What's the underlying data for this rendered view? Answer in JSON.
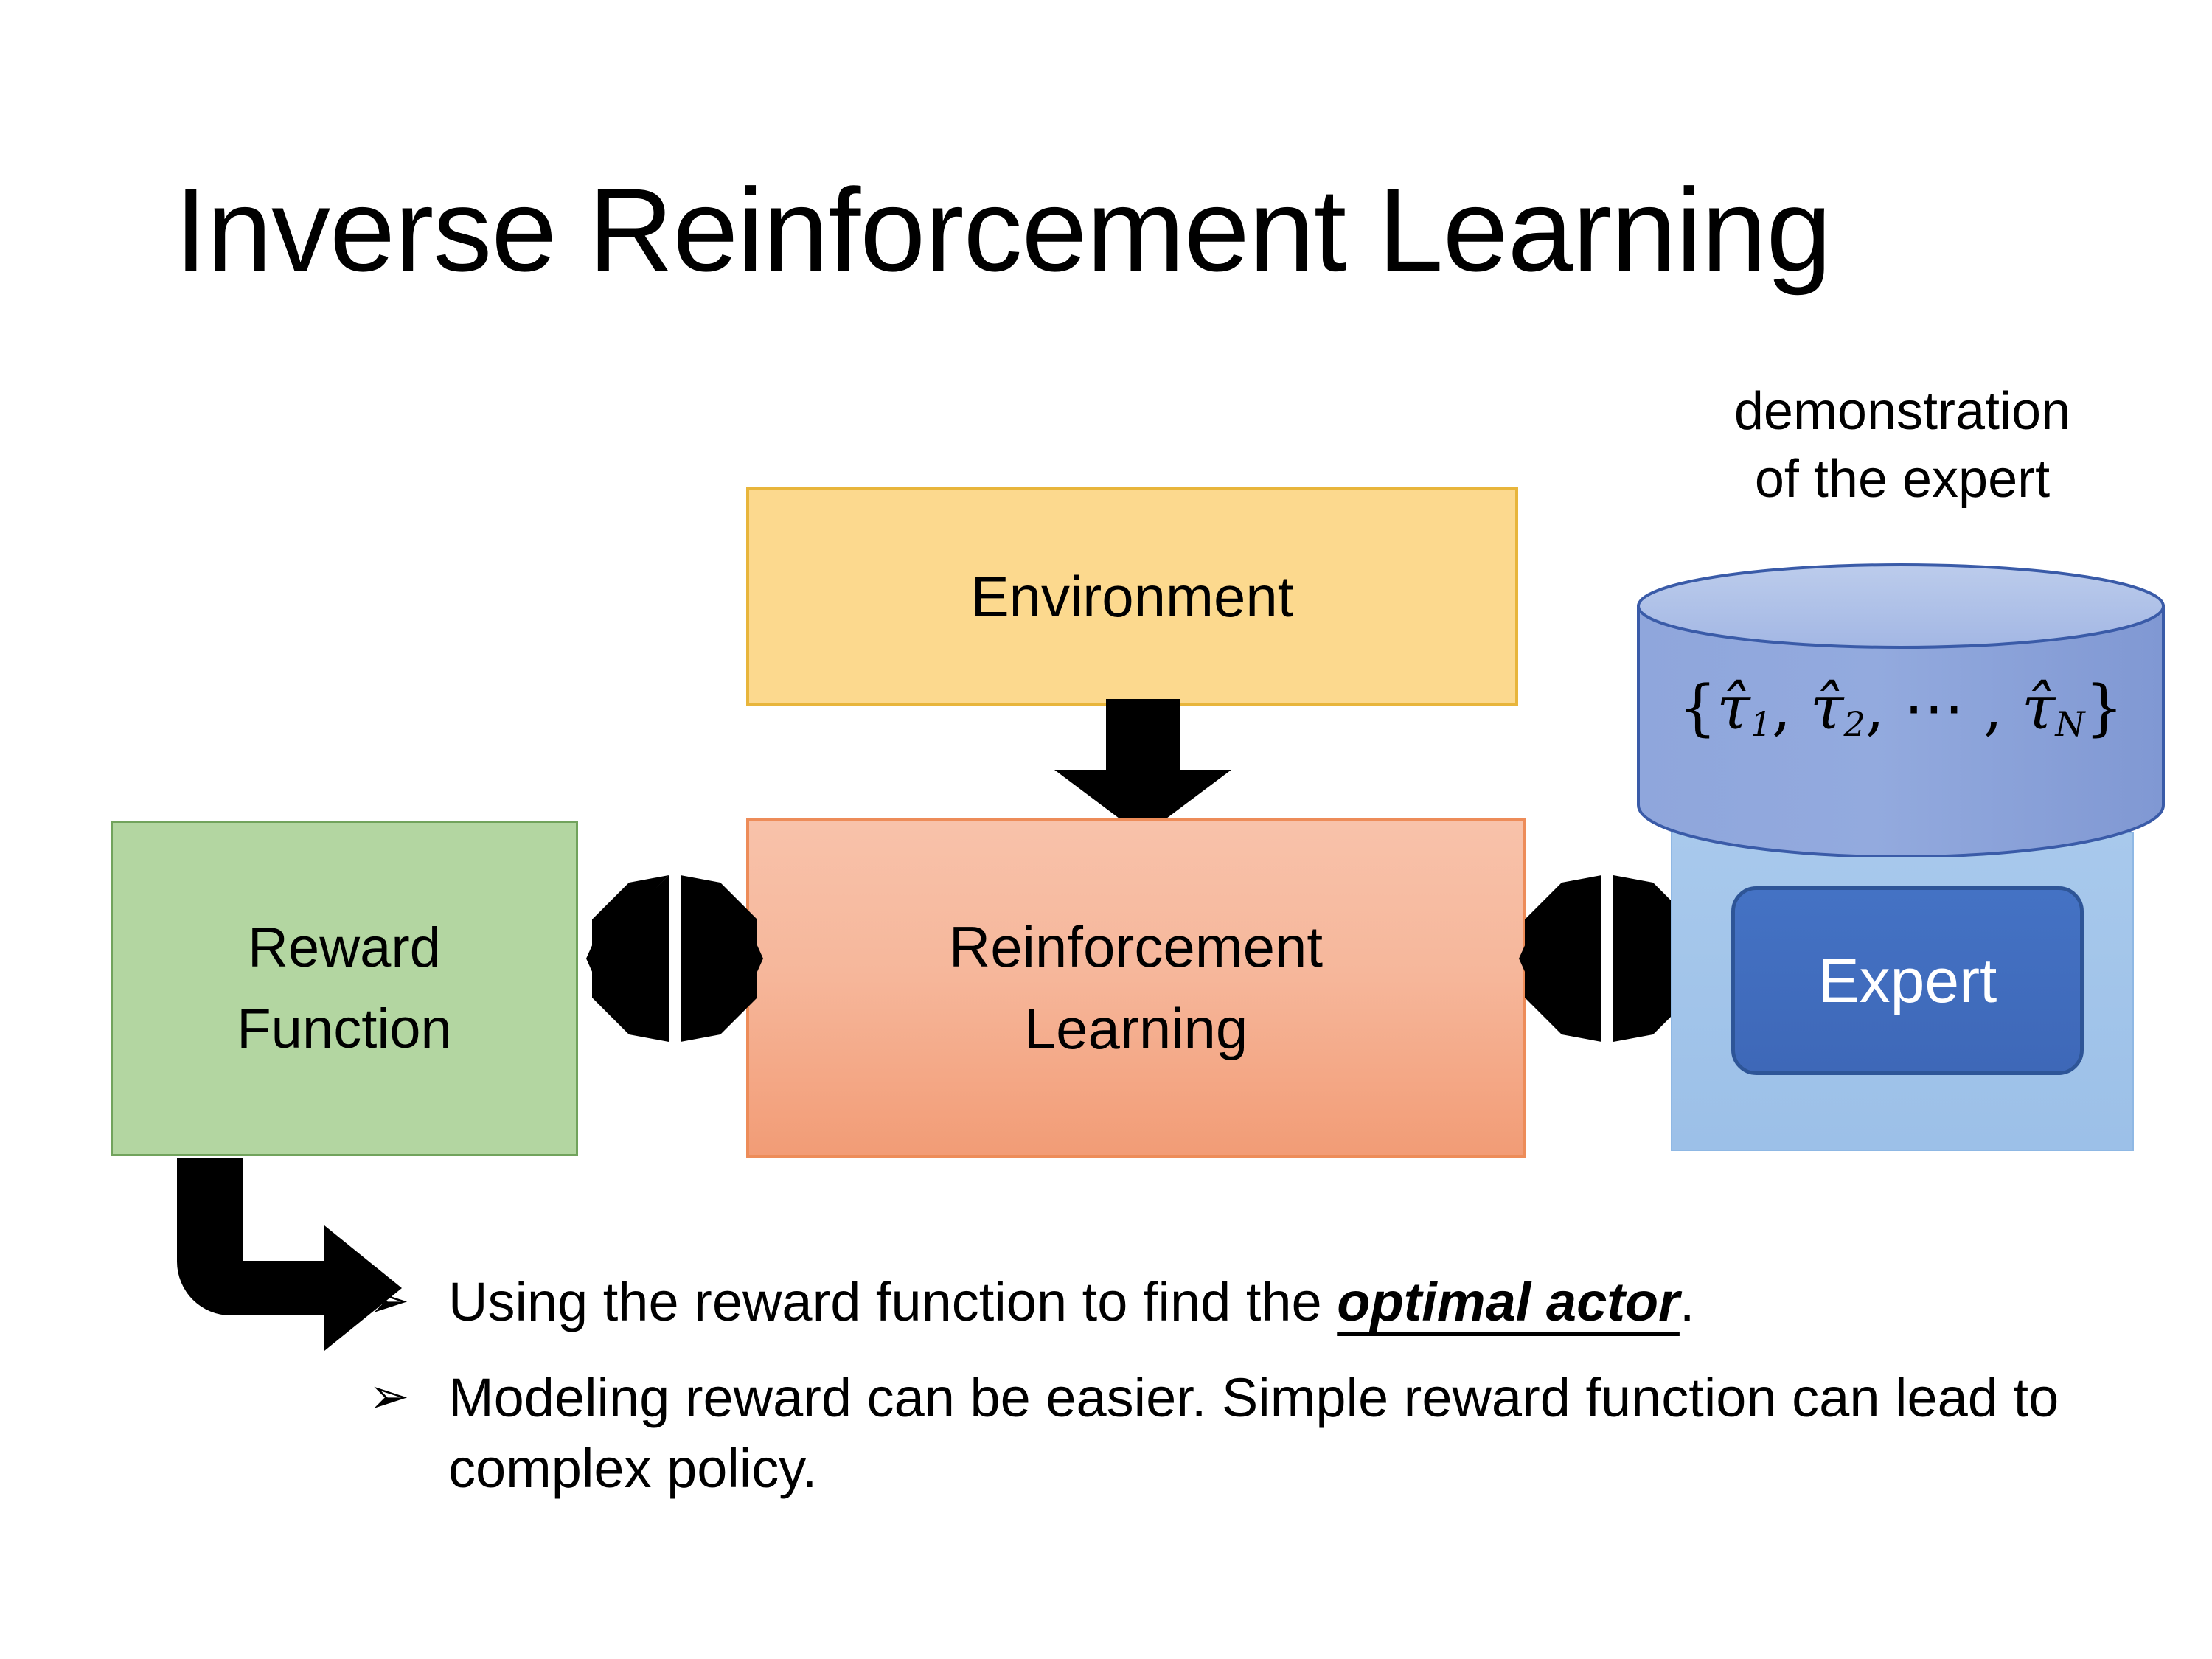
{
  "slide": {
    "title": "Inverse Reinforcement Learning",
    "background_color": "#ffffff"
  },
  "diagram": {
    "environment": {
      "label": "Environment",
      "fill_color": "#FCD98E",
      "border_color": "#E8B53B"
    },
    "reinforcement_learning": {
      "label_line1": "Reinforcement",
      "label_line2": "Learning",
      "fill_color": "#F6B79B",
      "border_color": "#ED8C59"
    },
    "reward_function": {
      "label_line1": "Reward",
      "label_line2": "Function",
      "fill_color": "#B3D6A1",
      "border_color": "#71A35C"
    },
    "demonstration": {
      "caption_line1": "demonstration",
      "caption_line2": "of the expert",
      "formula_open": "{",
      "formula_tau1": "τ̂",
      "formula_sub1": "1",
      "formula_sep1": ", ",
      "formula_tau2": "τ̂",
      "formula_sub2": "2",
      "formula_sep2": ", ⋯ , ",
      "formula_tauN": "τ̂",
      "formula_subN": "N",
      "formula_close": "}",
      "cylinder_fill_color": "#8FA8DC",
      "cylinder_border_color": "#3A5BA8"
    },
    "expert": {
      "label": "Expert",
      "fill_color": "#4472C4",
      "border_color": "#2E5597",
      "text_color": "#FFFFFF",
      "panel_fill_color": "#A8C9EC"
    },
    "arrows": {
      "environment_to_rl": "down-arrow",
      "reward_to_rl": "double-headed-horizontal-arrow",
      "rl_to_expert": "double-headed-horizontal-arrow",
      "reward_to_bullets": "elbow-arrow-down-right",
      "color": "#000000"
    }
  },
  "bullets": {
    "glyph": "➢",
    "items": [
      {
        "prefix": "Using the reward function to find the ",
        "emphasis": "optimal actor",
        "suffix": "."
      },
      {
        "prefix": "Modeling reward can be easier. Simple reward function can lead to complex policy.",
        "emphasis": "",
        "suffix": ""
      }
    ]
  }
}
